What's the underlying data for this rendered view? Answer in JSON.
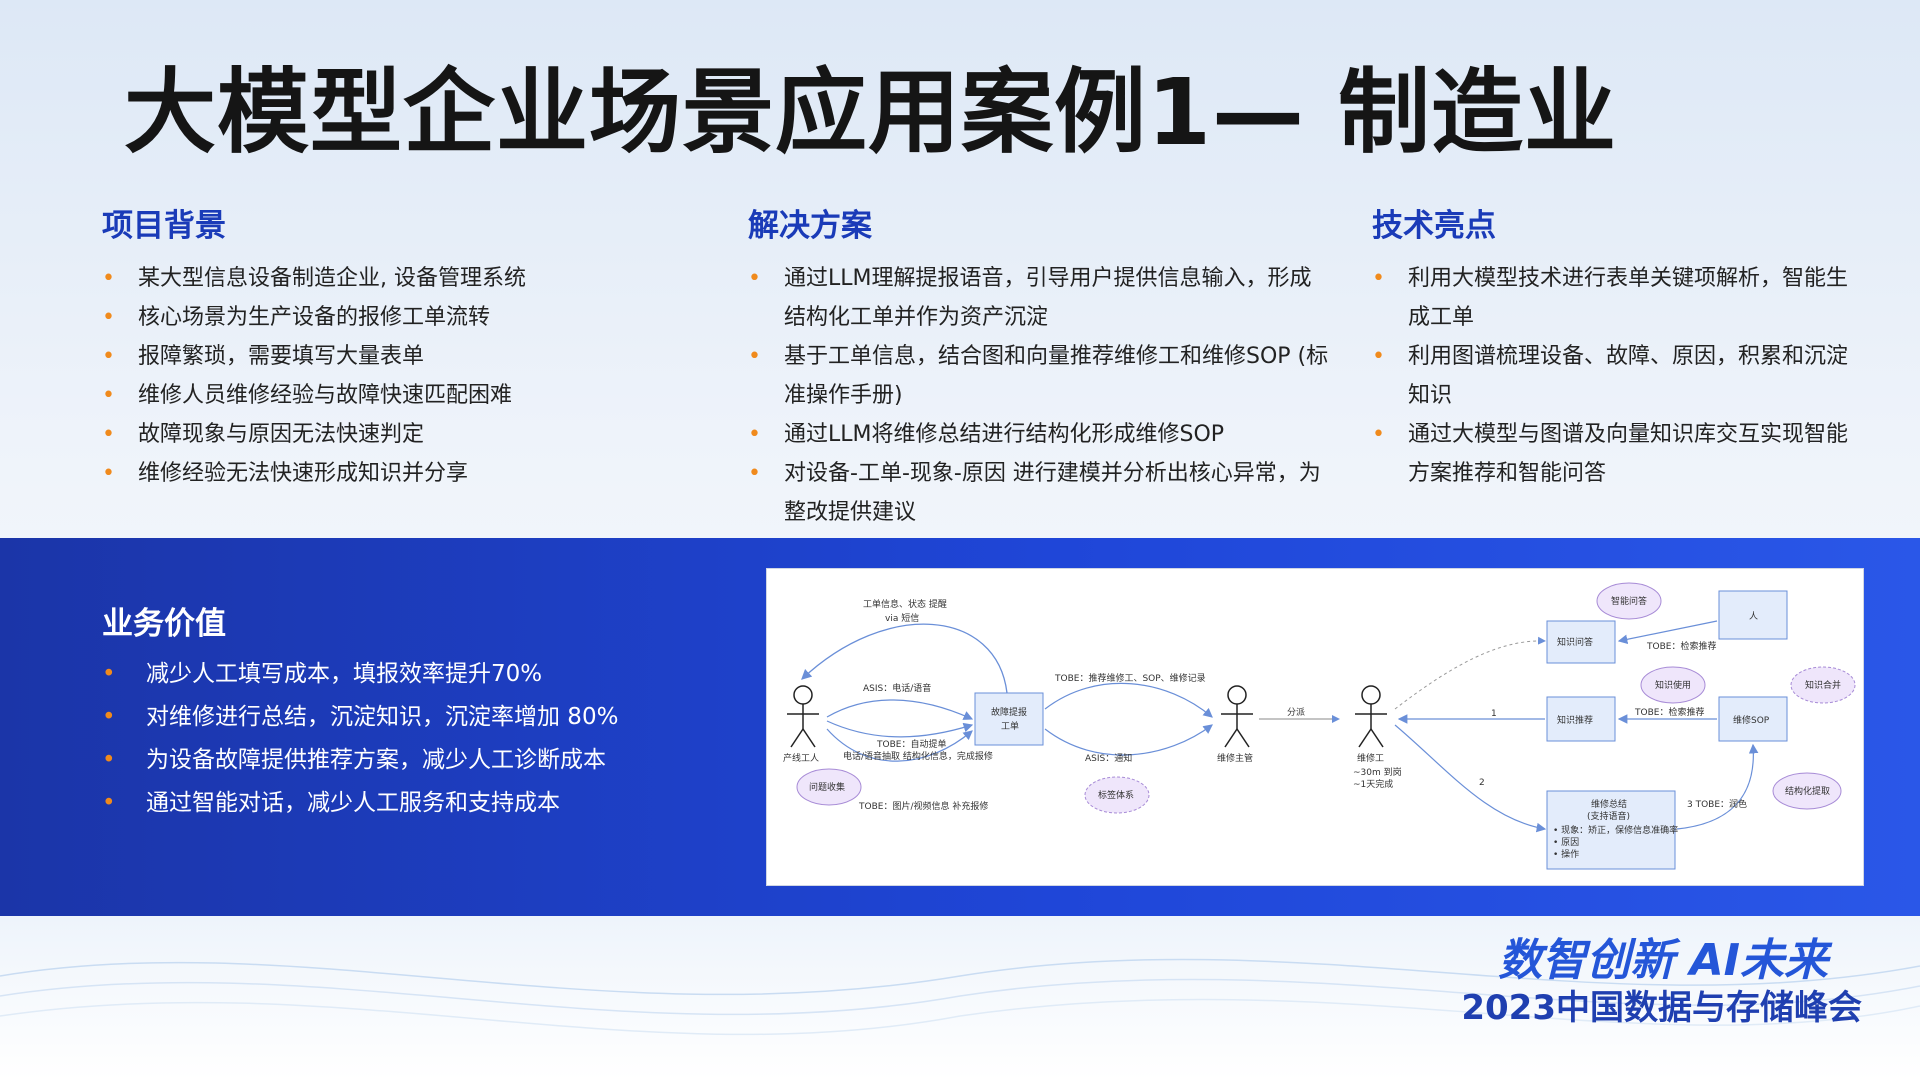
{
  "title": "大模型企业场景应用案例1— 制造业",
  "background": {
    "heading": "项目背景",
    "items": [
      "某大型信息设备制造企业, 设备管理系统",
      "核心场景为生产设备的报修工单流转",
      "报障繁琐，需要填写大量表单",
      "维修人员维修经验与故障快速匹配困难",
      "故障现象与原因无法快速判定",
      "维修经验无法快速形成知识并分享"
    ]
  },
  "solution": {
    "heading": "解决方案",
    "items": [
      "通过LLM理解提报语音，引导用户提供信息输入，形成结构化工单并作为资产沉淀",
      "基于工单信息，结合图和向量推荐维修工和维修SOP (标准操作手册)",
      "通过LLM将维修总结进行结构化形成维修SOP",
      "对设备-工单-现象-原因 进行建模并分析出核心异常，为整改提供建议"
    ]
  },
  "tech": {
    "heading": "技术亮点",
    "items": [
      "利用大模型技术进行表单关键项解析，智能生成工单",
      "利用图谱梳理设备、故障、原因，积累和沉淀知识",
      "通过大模型与图谱及向量知识库交互实现智能方案推荐和智能问答"
    ]
  },
  "business_value": {
    "heading": "业务价值",
    "items": [
      "减少人工填写成本，填报效率提升70%",
      "对维修进行总结，沉淀知识，沉淀率增加 80%",
      "为设备故障提供推荐方案，减少人工诊断成本",
      "通过智能对话，减少人工服务和支持成本"
    ]
  },
  "diagram": {
    "labels": {
      "top_flow": "工单信息、状态 提醒",
      "top_flow2": "via 短信",
      "asis_call": "ASIS：电话/语音",
      "tobe_auto": "TOBE：自动提单",
      "tobe_auto2": "电话/语音抽取 结构化信息，完成报修",
      "tobe_pic": "TOBE：图片/视频信息 补充报修",
      "problem": "问题收集",
      "worker": "产线工人",
      "fault_ticket": "故障提报",
      "fault_ticket2": "工单",
      "tobe_recommend": "TOBE：推荐维修工、SOP、维修记录",
      "asis_notify": "ASIS：通知",
      "label_system": "标签体系",
      "supervisor": "维修主管",
      "dispatch": "分派",
      "repairman": "维修工",
      "response1": "~30m 到岗",
      "response2": "~1天完成",
      "knowledge_qa": "知识问答",
      "smart_qa": "智能问答",
      "person": "人",
      "tobe_search": "TOBE：检索推荐",
      "knowledge_use": "知识使用",
      "knowledge_merge": "知识合并",
      "knowledge_rec": "知识推荐",
      "tobe_search2": "TOBE：检索推荐",
      "repair_sop": "维修SOP",
      "summary_title": "维修总结",
      "summary_sub": "(支持语音)",
      "summary_i1": "• 现象：矫正，保修信息准确率",
      "summary_i2": "• 原因",
      "summary_i3": "• 操作",
      "tobe_polish": "3 TOBE：润色",
      "struct_extract": "结构化提取",
      "num1": "1",
      "num2": "2"
    }
  },
  "brand": {
    "line1": "数智创新 AI未来",
    "line2": "2023中国数据与存储峰会"
  }
}
